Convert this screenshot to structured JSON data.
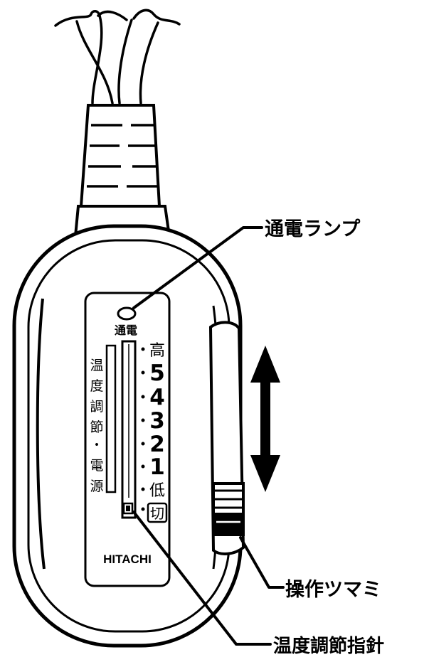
{
  "callouts": {
    "lamp": "通電ランプ",
    "knob": "操作ツマミ",
    "pointer": "温度調節指針"
  },
  "device": {
    "lamp_label": "通電",
    "vertical_label": [
      "温",
      "度",
      "調",
      "節",
      "・",
      "電",
      "源"
    ],
    "brand": "HITACHI",
    "scale": {
      "high": "高",
      "n5": "5",
      "n4": "4",
      "n3": "3",
      "n2": "2",
      "n1": "1",
      "low": "低",
      "off": "切"
    }
  }
}
